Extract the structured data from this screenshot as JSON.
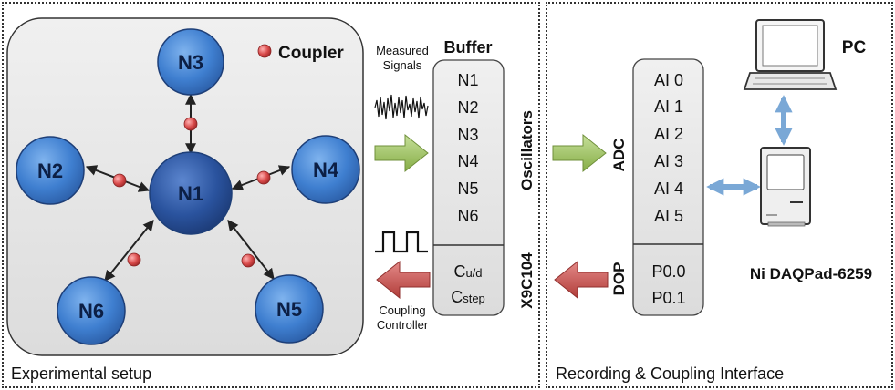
{
  "experimental_setup": {
    "title": "Experimental setup",
    "legend": "Coupler",
    "nodes": [
      {
        "id": "N1"
      },
      {
        "id": "N2"
      },
      {
        "id": "N3"
      },
      {
        "id": "N4"
      },
      {
        "id": "N5"
      },
      {
        "id": "N6"
      }
    ],
    "measured_signals": [
      "Measured",
      "Signals"
    ],
    "coupling_controller": [
      "Coupling",
      "Controller"
    ]
  },
  "buffer": {
    "title": "Buffer",
    "items": [
      "N1",
      "N2",
      "N3",
      "N4",
      "N5",
      "N6"
    ],
    "ctrl_u_main": "C",
    "ctrl_u_sub": "u/d",
    "ctrl_s_main": "C",
    "ctrl_s_sub": "step"
  },
  "vertical_labels": {
    "oscillators": "Oscillators",
    "x9c104": "X9C104",
    "adc": "ADC",
    "dop": "DOP"
  },
  "daq": {
    "inputs": [
      "AI 0",
      "AI 1",
      "AI 2",
      "AI 3",
      "AI 4",
      "AI 5"
    ],
    "outputs": [
      "P0.0",
      "P0.1"
    ],
    "name": "Ni DAQPad-6259"
  },
  "pc": {
    "label": "PC"
  },
  "interface": {
    "title": "Recording & Coupling Interface"
  },
  "colors": {
    "node_fill": "#3f7fd0",
    "node_center": "#274f9a",
    "coupler": "#d84a4a",
    "arrow_green": "#9bc25c",
    "arrow_red": "#c9504d",
    "arrow_blue": "#7aa8d6"
  }
}
